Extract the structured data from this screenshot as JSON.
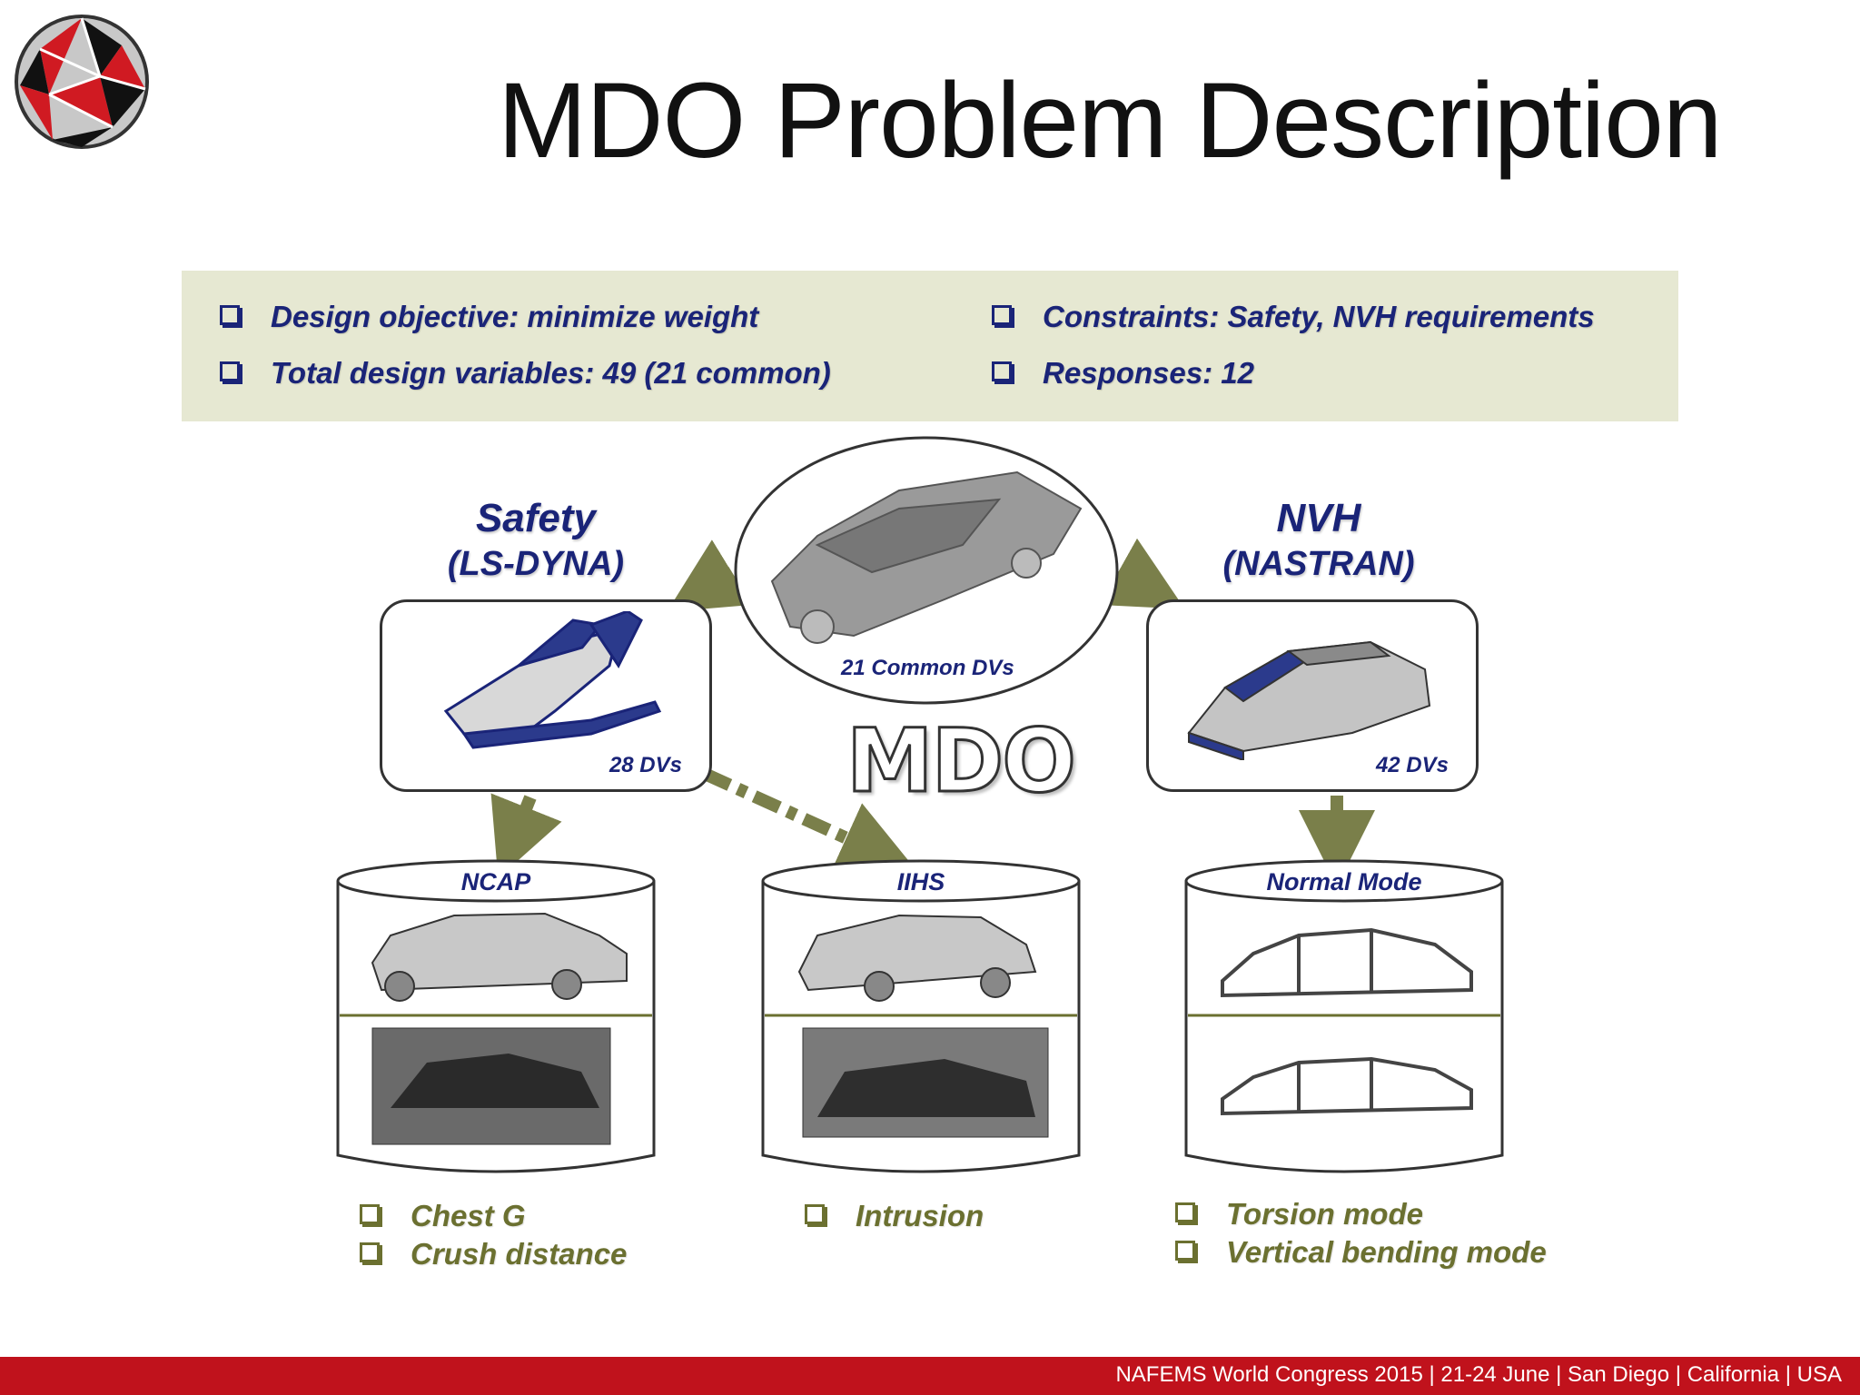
{
  "slide": {
    "title": "MDO Problem Description",
    "footer": "NAFEMS World Congress 2015  | 21-24 June | San Diego | California | USA"
  },
  "summary": {
    "items": [
      "Design objective: minimize weight",
      "Total design variables: 49 (21 common)",
      "Constraints: Safety, NVH requirements",
      "Responses: 12"
    ]
  },
  "diagram": {
    "center_label": "MDO",
    "common_dvs": "21 Common DVs",
    "safety": {
      "title": "Safety",
      "tool": "(LS-DYNA)",
      "dvs": "28 DVs"
    },
    "nvh": {
      "title": "NVH",
      "tool": "(NASTRAN)",
      "dvs": "42 DVs"
    },
    "tests": [
      {
        "label": "NCAP",
        "responses": [
          "Chest G",
          "Crush distance"
        ]
      },
      {
        "label": "IIHS",
        "responses": [
          "Intrusion"
        ]
      },
      {
        "label": "Normal Mode",
        "responses": [
          "Torsion mode",
          "Vertical bending mode"
        ]
      }
    ]
  },
  "colors": {
    "accent_red": "#c0121c",
    "text_blue": "#1a2478",
    "olive": "#6b7030",
    "summary_bg": "#e6e8d2"
  }
}
